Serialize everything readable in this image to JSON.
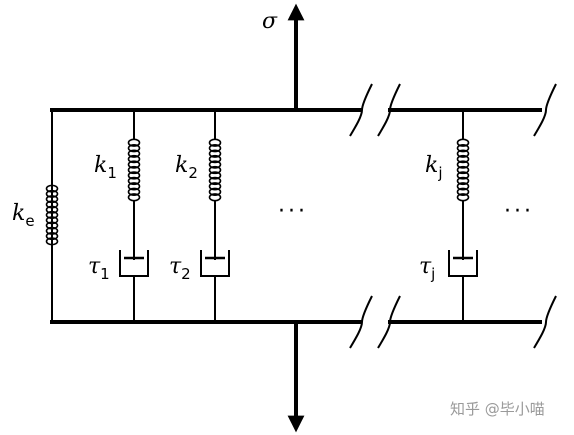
{
  "diagram": {
    "stress_label": "σ",
    "ke": {
      "symbol": "k",
      "sub": "e"
    },
    "branches": [
      {
        "spring_symbol": "k",
        "spring_sub": "1",
        "tau_symbol": "τ",
        "tau_sub": "1"
      },
      {
        "spring_symbol": "k",
        "spring_sub": "2",
        "tau_symbol": "τ",
        "tau_sub": "2"
      },
      {
        "spring_symbol": "k",
        "spring_sub": "j",
        "tau_symbol": "τ",
        "tau_sub": "j"
      }
    ],
    "ellipsis": "···"
  },
  "watermark": "知乎 @毕小喵"
}
